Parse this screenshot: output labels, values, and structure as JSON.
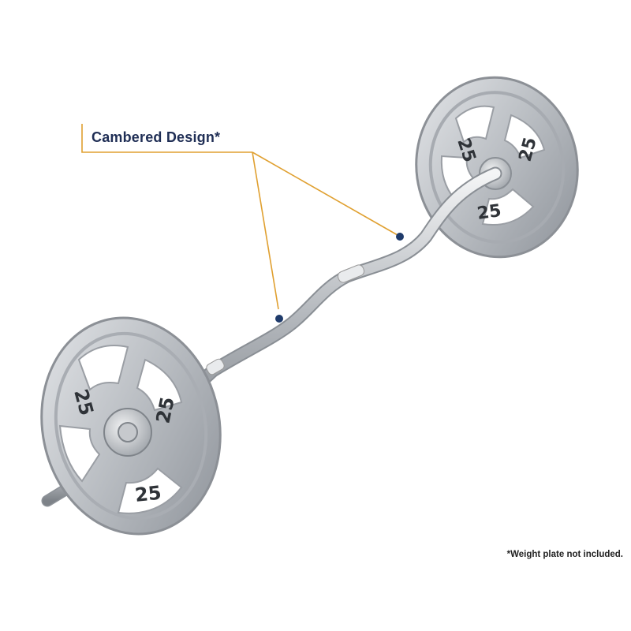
{
  "callout": {
    "label": "Cambered Design*",
    "line_color": "#e0a030",
    "dot_color": "#1f3b6b"
  },
  "footnote": "*Weight plate not included.",
  "plates": {
    "weight_label": "25"
  }
}
